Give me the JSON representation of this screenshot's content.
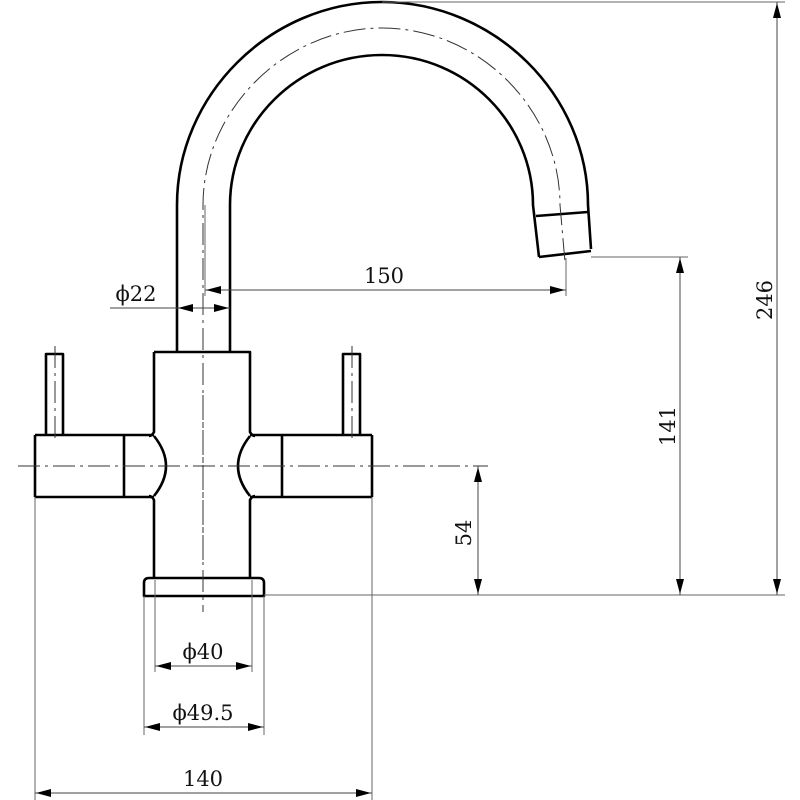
{
  "drawing": {
    "subject": "Dual-handle swan-neck mixer tap technical drawing",
    "line_color": "#000000",
    "background": "#ffffff"
  },
  "dimensions": {
    "overall_height": "246",
    "spout_outlet_height": "141",
    "handle_axis_height": "54",
    "spout_reach": "150",
    "spout_diameter": "ϕ22",
    "body_diameter": "ϕ40",
    "base_diameter": "ϕ49.5",
    "overall_width": "140"
  }
}
